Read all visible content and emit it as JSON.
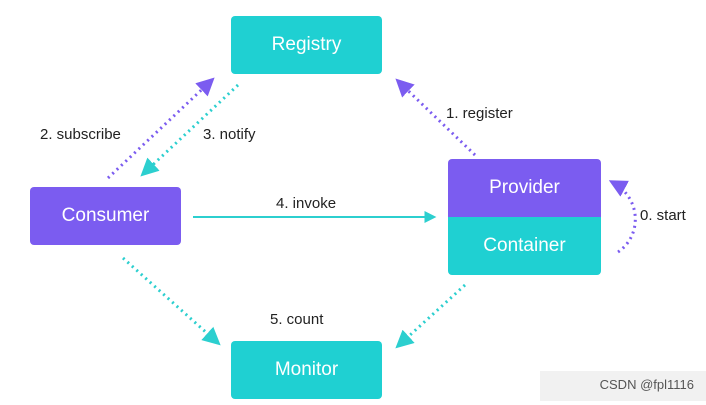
{
  "colors": {
    "teal": "#1fd0d2",
    "purple": "#7b5cf0",
    "teal_arrow": "#2ccfcf",
    "purple_arrow": "#7b5cf0"
  },
  "nodes": {
    "registry": "Registry",
    "consumer": "Consumer",
    "provider": "Provider",
    "container": "Container",
    "monitor": "Monitor"
  },
  "edges": {
    "start": "0. start",
    "register": "1. register",
    "subscribe": "2. subscribe",
    "notify": "3. notify",
    "invoke": "4. invoke",
    "count": "5. count"
  },
  "watermark": "CSDN @fpl1116"
}
